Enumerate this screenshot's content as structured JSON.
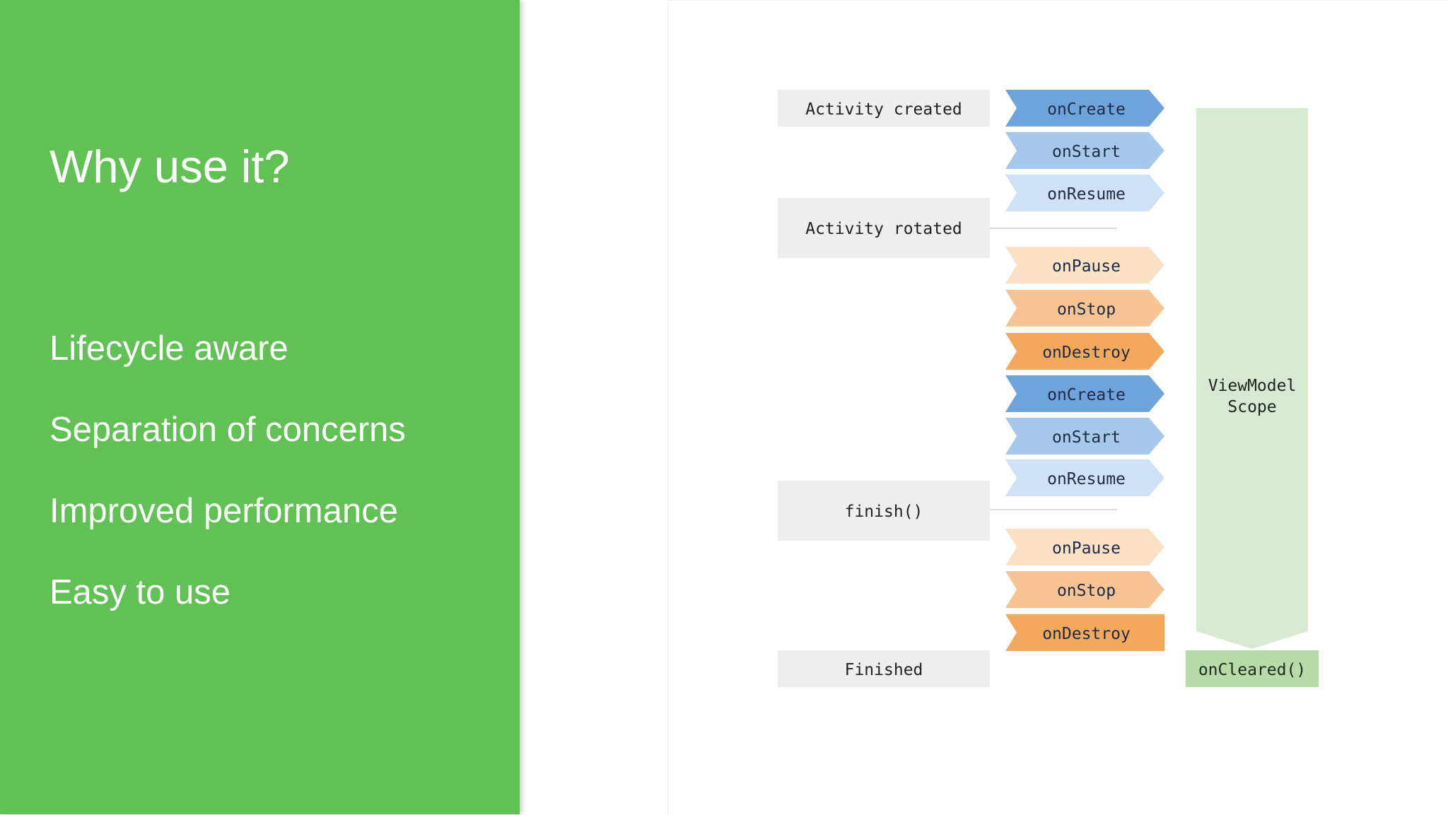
{
  "slide": {
    "title": "Why use it?",
    "bullets": [
      "Lifecycle aware",
      "Separation of concerns",
      "Improved performance",
      "Easy to use"
    ]
  },
  "diagram": {
    "events": {
      "activity_created": "Activity created",
      "activity_rotated": "Activity rotated",
      "finish": "finish()",
      "finished": "Finished"
    },
    "callbacks": [
      {
        "label": "onCreate",
        "color": "#6fa3dc"
      },
      {
        "label": "onStart",
        "color": "#a6c8ec"
      },
      {
        "label": "onResume",
        "color": "#cfe1f4"
      },
      {
        "label": "onPause",
        "color": "#fbe2c6"
      },
      {
        "label": "onStop",
        "color": "#f6c494"
      },
      {
        "label": "onDestroy",
        "color": "#f3a95d"
      },
      {
        "label": "onCreate",
        "color": "#6fa3dc"
      },
      {
        "label": "onStart",
        "color": "#a6c8ec"
      },
      {
        "label": "onResume",
        "color": "#cfe1f4"
      },
      {
        "label": "onPause",
        "color": "#fbe2c6"
      },
      {
        "label": "onStop",
        "color": "#f6c494"
      },
      {
        "label": "onDestroy",
        "color": "#f3a95d"
      }
    ],
    "scope_label_line1": "ViewModel",
    "scope_label_line2": "Scope",
    "cleared_label": "onCleared()",
    "colors": {
      "event_box": "#eeeeee",
      "scope_arrow": "#d6ead1",
      "cleared_box": "#b7dba9"
    }
  }
}
